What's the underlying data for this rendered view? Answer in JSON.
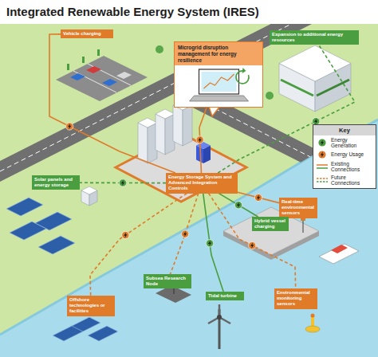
{
  "diagram": {
    "title": "Integrated Renewable Energy System (IRES)",
    "nodes": [
      {
        "text": [
          "Vehicle charging"
        ]
      },
      {
        "text": [
          "Microgrid disruption management for energy resilience"
        ]
      },
      {
        "text": [
          "Expansion to additional energy resources"
        ]
      },
      {
        "text": [
          "Solar panels and energy storage"
        ]
      },
      {
        "text": [
          "Energy Storage System and Advanced Integration Controls"
        ]
      },
      {
        "text": [
          "Real-time environmental sensors"
        ]
      },
      {
        "text": [
          "Hybrid vessel charging"
        ]
      },
      {
        "text": [
          "Subsea Research Node"
        ]
      },
      {
        "text": [
          "Offshore technologies or facilities"
        ]
      },
      {
        "text": [
          "Tidal turbine"
        ]
      },
      {
        "text": [
          "Environmental monitoring sensors"
        ]
      }
    ],
    "edges": [
      {
        "from": 4,
        "to": 0,
        "arrow": "none"
      },
      {
        "from": 4,
        "to": 1,
        "arrow": "none"
      },
      {
        "from": 4,
        "to": 2,
        "arrow": "none"
      },
      {
        "from": 4,
        "to": 3,
        "arrow": "none"
      },
      {
        "from": 4,
        "to": 5,
        "arrow": "none"
      },
      {
        "from": 4,
        "to": 6,
        "arrow": "none"
      },
      {
        "from": 4,
        "to": 7,
        "arrow": "none"
      },
      {
        "from": 4,
        "to": 8,
        "arrow": "none"
      },
      {
        "from": 4,
        "to": 9,
        "arrow": "none"
      },
      {
        "from": 4,
        "to": 10,
        "arrow": "none"
      }
    ],
    "labels": [
      "Key"
    ],
    "legend": [
      {
        "text": "Energy Generation",
        "color": "#4a9e3f"
      },
      {
        "text": "Energy Usage",
        "color": "#e07b2a"
      },
      {
        "text": "Existing Connections"
      },
      {
        "text": "Future Connections"
      }
    ]
  }
}
